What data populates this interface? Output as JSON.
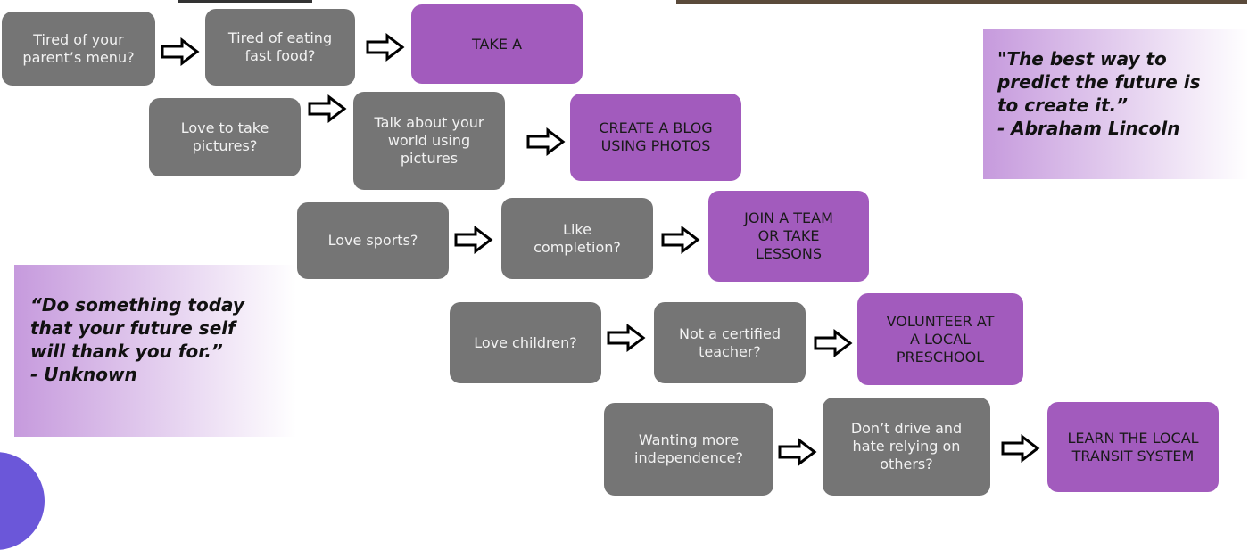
{
  "colors": {
    "question_box": "#757575",
    "action_box": "#a25bbd",
    "quote_gradient_start": "#c69add",
    "quote_gradient_end": "#ffffff"
  },
  "icons": {
    "arrow": "outlined-right-arrow-icon"
  },
  "rows": [
    {
      "steps": [
        "Tired of your\nparent’s menu?",
        "Tired of eating\nfast food?"
      ],
      "action": "TAKE A"
    },
    {
      "steps": [
        "Love to take\npictures?",
        "Talk about your\nworld using\npictures"
      ],
      "action": "CREATE A BLOG\nUSING PHOTOS"
    },
    {
      "steps": [
        "Love sports?",
        "Like\ncompletion?"
      ],
      "action": "JOIN A TEAM\nOR TAKE\nLESSONS"
    },
    {
      "steps": [
        "Love children?",
        "Not a certified\nteacher?"
      ],
      "action": "VOLUNTEER AT\nA LOCAL\nPRESCHOOL"
    },
    {
      "steps": [
        "Wanting more\nindependence?",
        "Don’t drive and\nhate relying on\nothers?"
      ],
      "action": "LEARN THE LOCAL\nTRANSIT SYSTEM"
    }
  ],
  "quotes": {
    "top_right": "\"The best way to\npredict the future is\nto create it.”\n- Abraham Lincoln",
    "left": "“Do something today\nthat your future self\nwill thank you for.”\n- Unknown"
  }
}
